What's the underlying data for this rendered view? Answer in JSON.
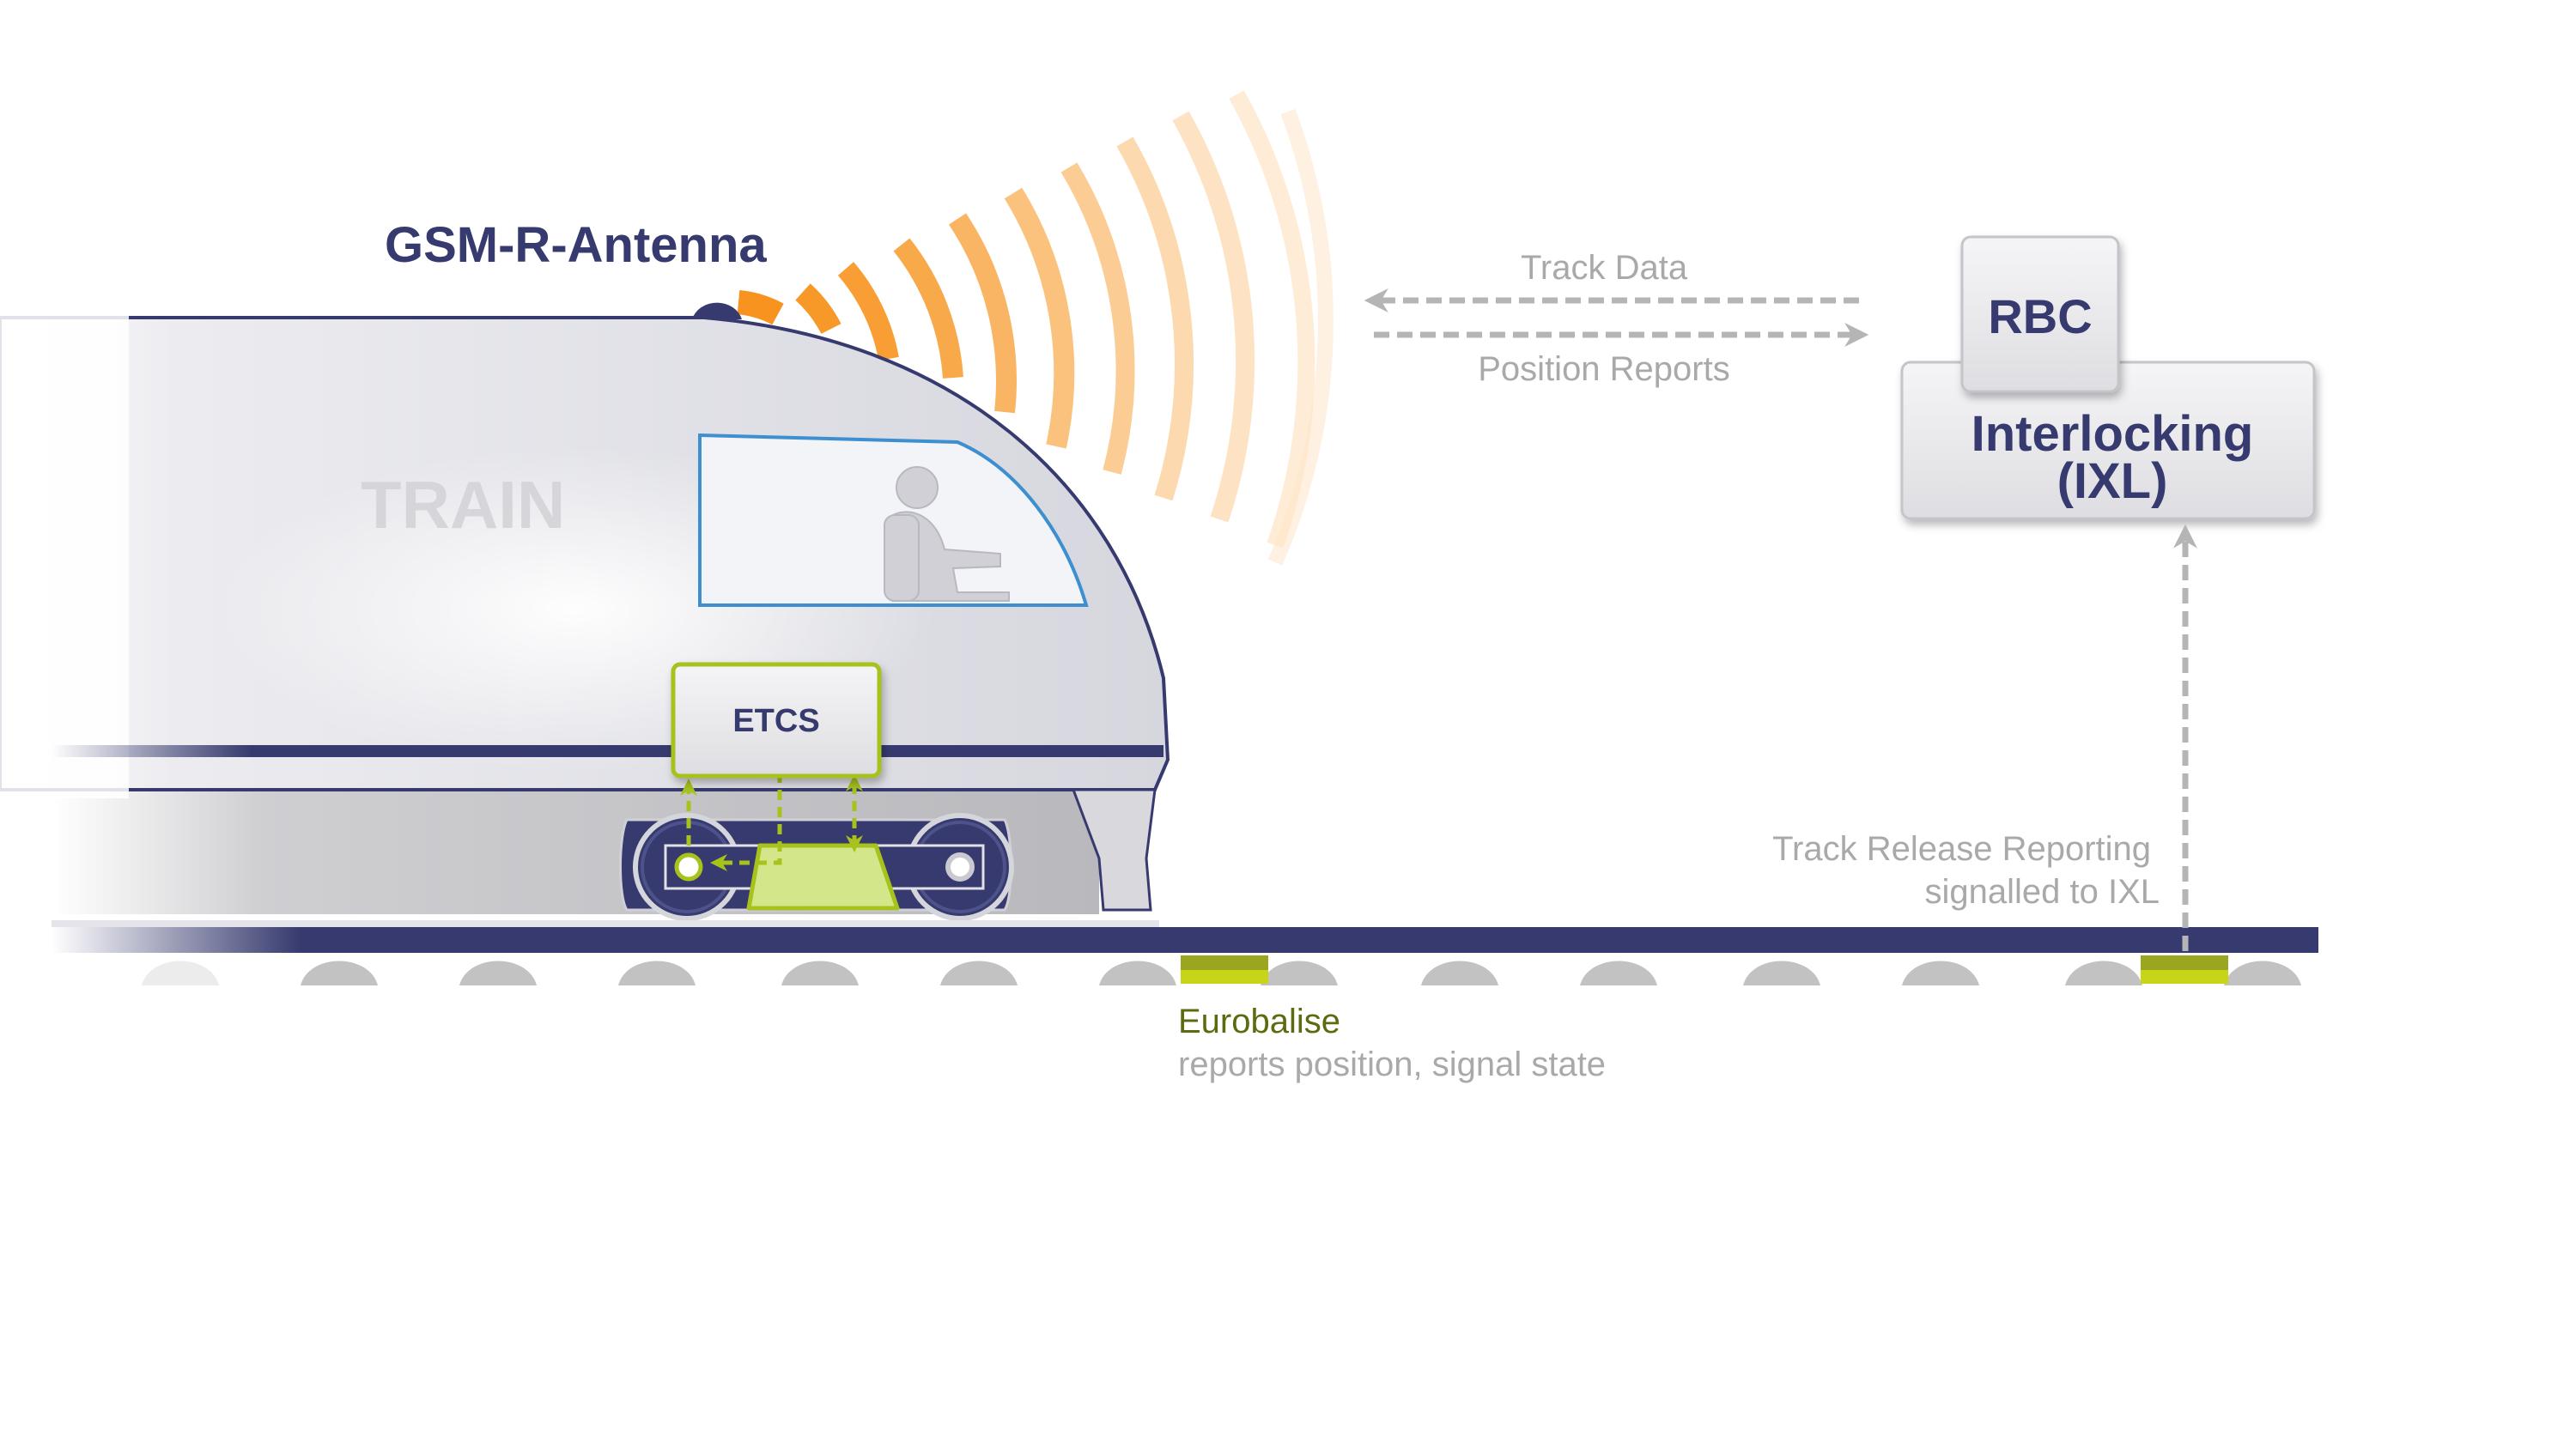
{
  "labels": {
    "antenna": "GSM-R-Antenna",
    "train": "TRAIN",
    "etcs": "ETCS",
    "track_data": "Track Data",
    "position_reports": "Position Reports",
    "rbc": "RBC",
    "interlocking_line1": "Interlocking",
    "interlocking_line2": "(IXL)",
    "track_release_line1": "Track Release Reporting",
    "track_release_line2": "signalled to IXL",
    "eurobalise": "Eurobalise",
    "eurobalise_desc": "reports position, signal state"
  },
  "colors": {
    "navy": "#363a6e",
    "orange": "#f7931e",
    "green": "#a6c21b",
    "green_fill": "#d4e68a",
    "grey_text": "#a9a9a9",
    "sleeper": "#c2c2c2"
  }
}
